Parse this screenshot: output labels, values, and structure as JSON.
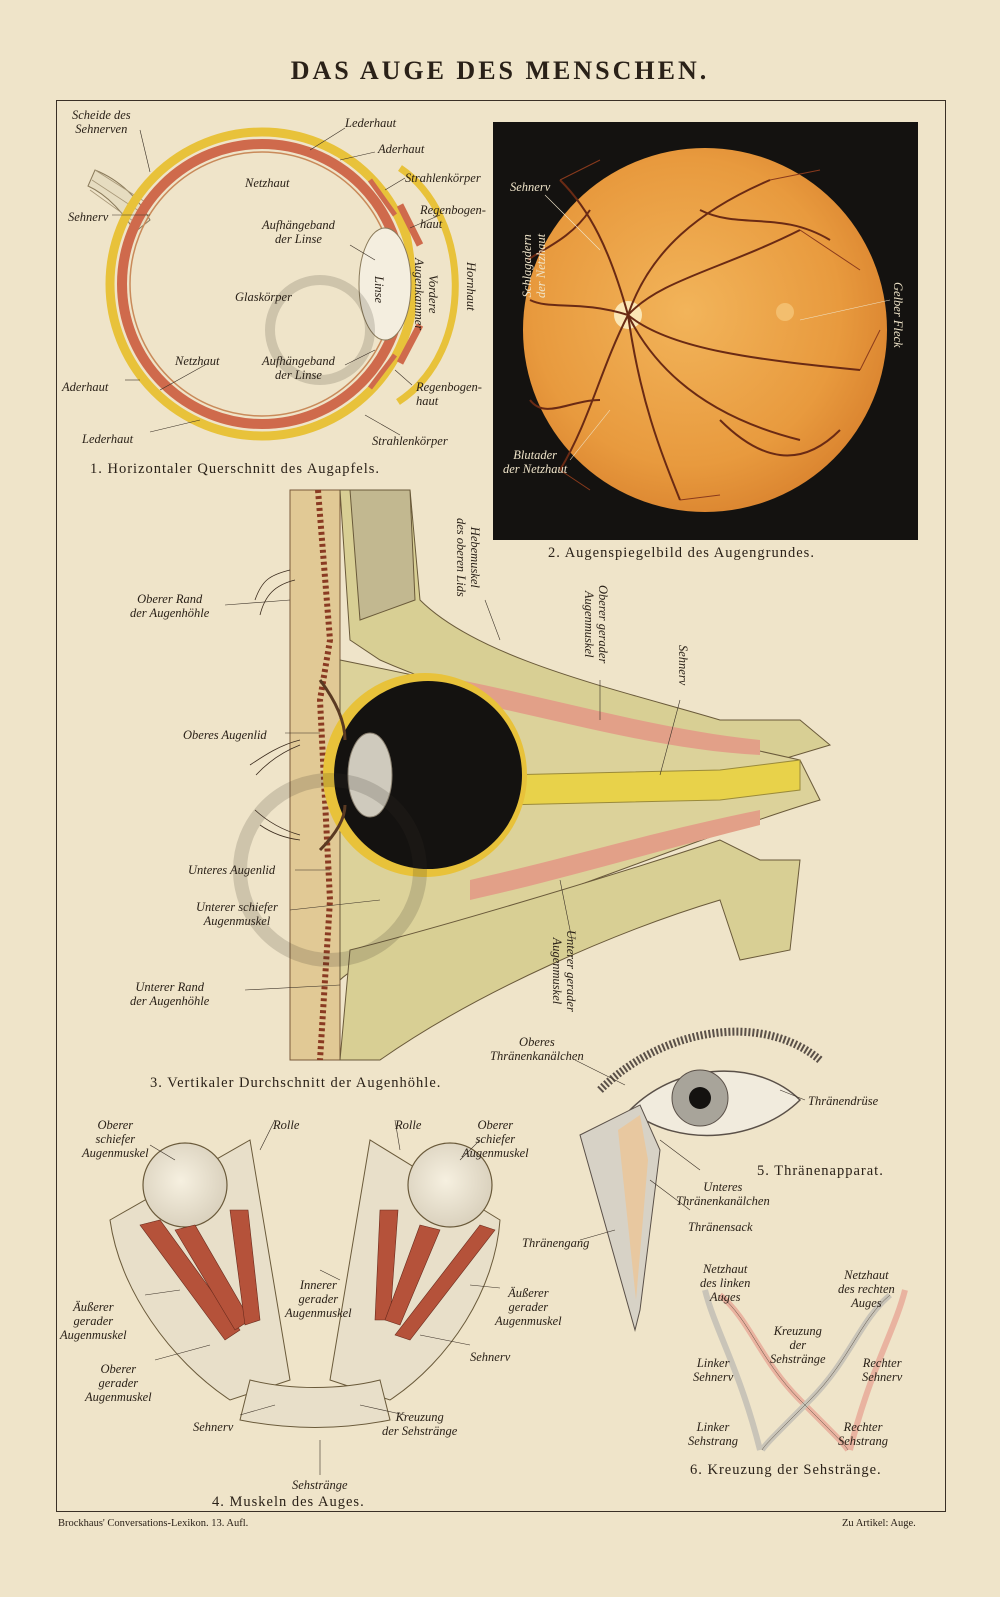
{
  "title": "DAS AUGE DES MENSCHEN.",
  "colors": {
    "paper": "#efe4c9",
    "sclera_yellow": "#e8c23a",
    "choroid_red": "#cf6a4c",
    "fundus_orange": "#e89a3e",
    "fundus_bg": "#141210",
    "tissue": "#dcd29a",
    "muscle": "#b5523a",
    "ink": "#2a2118"
  },
  "fig1": {
    "caption": "1. Horizontaler Querschnitt des Augapfels.",
    "labels": {
      "scheide": "Scheide des\nSehnerven",
      "lederhaut_top": "Lederhaut",
      "aderhaut_top": "Aderhaut",
      "strahlen_top": "Strahlenkörper",
      "netzhaut_top": "Netzhaut",
      "sehnerv": "Sehnerv",
      "aufhaenge_top": "Aufhängeband\nder Linse",
      "regenbogen_top": "Regenbogen-\nhaut",
      "glaskoerper": "Glaskörper",
      "linse": "Linse",
      "vordere": "Vordere\nAugenkammer",
      "hornhaut": "Hornhaut",
      "netzhaut_bot": "Netzhaut",
      "aufhaenge_bot": "Aufhängeband\nder Linse",
      "aderhaut_bot": "Aderhaut",
      "regenbogen_bot": "Regenbogen-\nhaut",
      "lederhaut_bot": "Lederhaut",
      "strahlen_bot": "Strahlenkörper"
    }
  },
  "fig2": {
    "caption": "2. Augenspiegelbild des Augengrundes.",
    "labels": {
      "sehnerv": "Sehnerv",
      "schlagadern": "Schlagadern\nder Netzhaut",
      "gelber": "Gelber Fleck",
      "blutader": "Blutader\nder Netzhaut"
    }
  },
  "fig3": {
    "caption": "3. Vertikaler Durchschnitt der Augenhöhle.",
    "labels": {
      "heber": "Hebemuskel\ndes oberen Lids",
      "oberer_gerader": "Oberer gerader\nAugenmuskel",
      "sehnerv": "Sehnerv",
      "oberer_rand": "Oberer Rand\nder Augenhöhle",
      "oberes_lid": "Oberes Augenlid",
      "unteres_lid": "Unteres Augenlid",
      "unterer_schiefer": "Unterer schiefer\nAugenmuskel",
      "unterer_gerader": "Unterer gerader\nAugenmuskel",
      "unterer_rand": "Unterer Rand\nder Augenhöhle"
    }
  },
  "fig4": {
    "caption": "4. Muskeln des Auges.",
    "labels": {
      "oberer_schiefer_l": "Oberer\nschiefer\nAugenmuskel",
      "rolle_l": "Rolle",
      "rolle_r": "Rolle",
      "oberer_schiefer_r": "Oberer\nschiefer\nAugenmuskel",
      "innerer": "Innerer\ngerader\nAugenmuskel",
      "aeusserer_l": "Äußerer\ngerader\nAugenmuskel",
      "aeusserer_r": "Äußerer\ngerader\nAugenmuskel",
      "oberer_gerader": "Oberer\ngerader\nAugenmuskel",
      "sehnerv_r": "Sehnerv",
      "sehnerv_l": "Sehnerv",
      "kreuzung": "Kreuzung\nder Sehstränge",
      "sehstraenge": "Sehstränge"
    }
  },
  "fig5": {
    "caption": "5. Thränenapparat.",
    "labels": {
      "oberes_kanal": "Oberes\nThränenkanälchen",
      "druese": "Thränendrüse",
      "unteres_kanal": "Unteres\nThränenkanälchen",
      "sack": "Thränensack",
      "gang": "Thränengang"
    }
  },
  "fig6": {
    "caption": "6. Kreuzung der Sehstränge.",
    "labels": {
      "netzhaut_links": "Netzhaut\ndes linken\nAuges",
      "netzhaut_rechts": "Netzhaut\ndes rechten\nAuges",
      "kreuzung": "Kreuzung\nder\nSehstränge",
      "linker_sehnerv": "Linker\nSehnerv",
      "rechter_sehnerv": "Rechter\nSehnerv",
      "linker_strang": "Linker\nSehstrang",
      "rechter_strang": "Rechter\nSehstrang"
    }
  },
  "footer": {
    "left": "Brockhaus' Conversations-Lexikon. 13. Aufl.",
    "right": "Zu Artikel: Auge."
  }
}
